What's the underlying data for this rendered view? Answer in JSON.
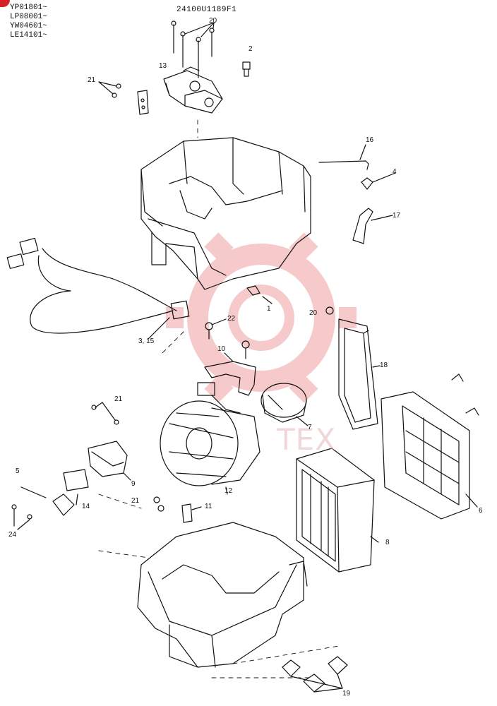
{
  "diagram": {
    "part_code": "24100U1189F1",
    "serial_ranges": [
      "YP01801~",
      "LP08001~",
      "YW04601~",
      "LE14101~"
    ],
    "callouts": {
      "c1": "1",
      "c2": "2",
      "c3_15": "3, 15",
      "c4": "4",
      "c5": "5",
      "c6": "6",
      "c7": "7",
      "c8": "8",
      "c9": "9",
      "c10": "10",
      "c11": "11",
      "c12": "12",
      "c13": "13",
      "c14": "14",
      "c16": "16",
      "c17": "17",
      "c18": "18",
      "c19": "19",
      "c20a": "20",
      "c20b": "20",
      "c21a": "21",
      "c21b": "21",
      "c21c": "21",
      "c22": "22",
      "c24": "24"
    },
    "watermark_text": "TEX",
    "colors": {
      "ink": "#111111",
      "watermark": "#e86a6a",
      "brand_red": "#d81f26"
    }
  }
}
